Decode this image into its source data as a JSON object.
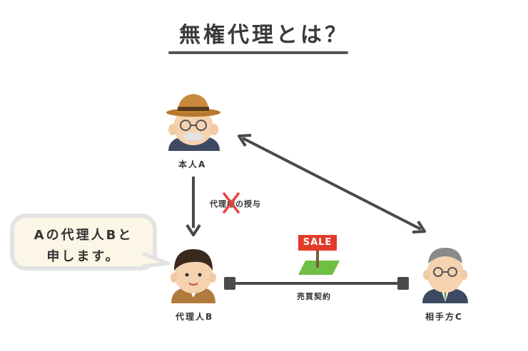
{
  "title": "無権代理とは？",
  "nodes": {
    "principal": "本人A",
    "agent": "代理人B",
    "counterparty": "相手方C"
  },
  "relations": {
    "authorization": "代理権の授与",
    "sales_contract": "売買契約"
  },
  "speech": {
    "line1": "Aの代理人Bと",
    "line2": "申します。"
  },
  "sign": {
    "text": "SALE"
  },
  "colors": {
    "arrow": "#4a4a4a",
    "cross": "#e8453c",
    "sign": "#e33b2a",
    "grass": "#6fbf44"
  }
}
